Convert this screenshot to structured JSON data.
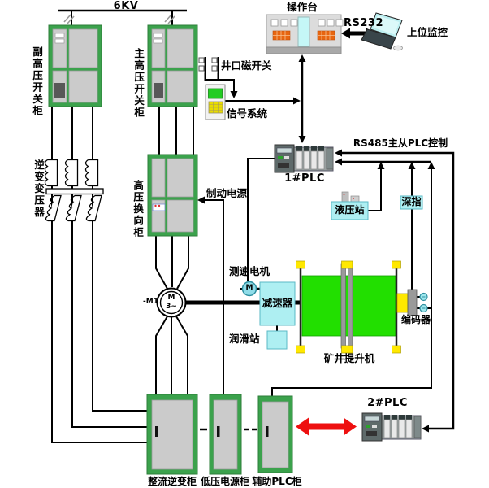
{
  "diagram": {
    "bus": "6KV",
    "console": "操作台",
    "rs232": "RS232",
    "host_monitor": "上位监控",
    "wellhead_switch": "井口磁开关",
    "signal_system": "信号系统",
    "aux_hv_cabinet": "副高压开关柜",
    "main_hv_cabinet": "主高压开关柜",
    "hv_reversing_cabinet": "高压换向柜",
    "inverter_transformer": "逆变变压器",
    "brake_power": "制动电源",
    "rs485": "RS485主从PLC控制",
    "plc1": "1#PLC",
    "plc2": "2#PLC",
    "hydraulic_station": "液压站",
    "depth_indicator": "深指",
    "tacho_motor": "测速电机",
    "reducer": "减速器",
    "lube_station": "润滑站",
    "mine_hoist": "矿井提升机",
    "encoder": "编码器",
    "motor_tag": "-M1",
    "motor_letter": "M",
    "motor_phase": "3~",
    "rectifier_inverter_cabinet": "整流逆变柜",
    "lv_power_cabinet": "低压电源柜",
    "aux_plc_cabinet": "辅助PLC柜"
  },
  "colors": {
    "cabinet_green": "#3BA24C",
    "panel_gray": "#CBCBCB",
    "hoist_green": "#22DF00",
    "cyan_box": "#AEEFF2",
    "cap_yellow": "#FFE800",
    "console_orange": "#E8650F",
    "arrow_red": "#EE1010"
  }
}
